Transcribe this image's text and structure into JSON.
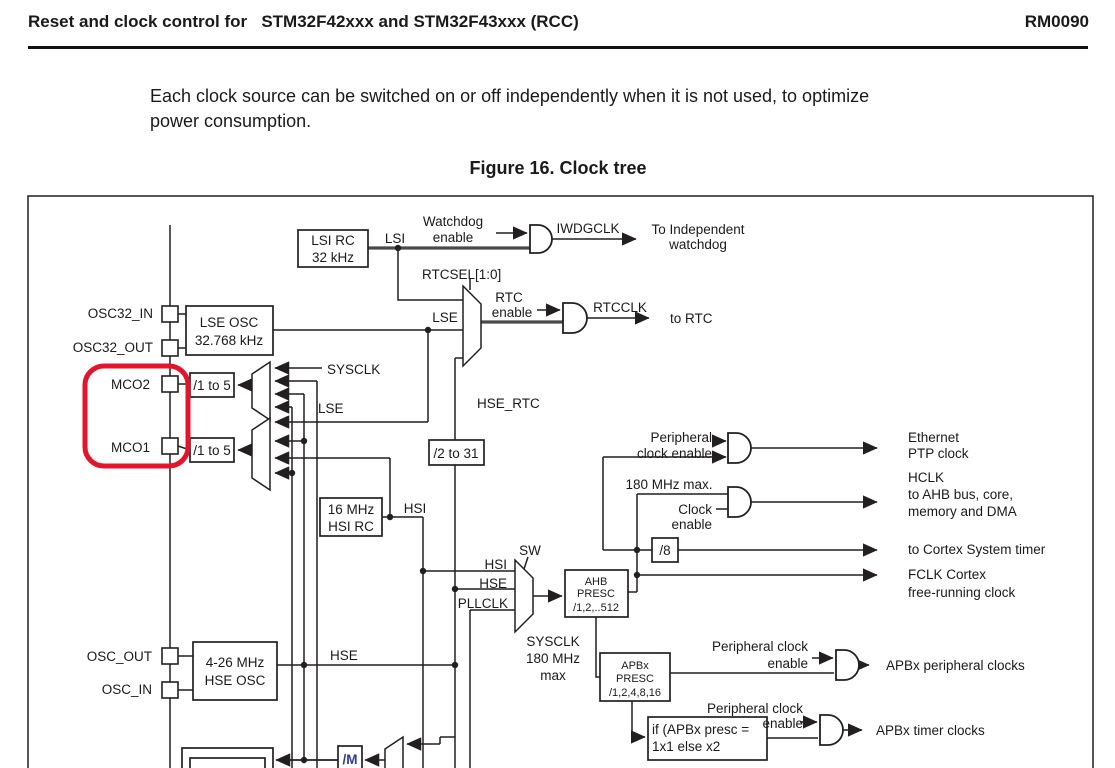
{
  "header": {
    "title": "Reset and clock control for   STM32F42xxx and STM32F43xxx (RCC)",
    "doc_id": "RM0090"
  },
  "paragraph": {
    "line1": "Each clock source can be switched on or off independently when it is not used, to optimize",
    "line2": "power consumption."
  },
  "figure": {
    "caption": "Figure 16. Clock tree",
    "colors": {
      "highlight_red": "#e4142c",
      "line": "#231f20",
      "divm_blue": "#2e3a96"
    },
    "labels": {
      "lsi_rc_1": "LSI RC",
      "lsi_rc_2": "32 kHz",
      "lsi": "LSI",
      "watchdog_enable_1": "Watchdog",
      "watchdog_enable_2": "enable",
      "iwdgclk": "IWDGCLK",
      "to_iwdg_1": "To Independent",
      "to_iwdg_2": "watchdog",
      "rtcsel": "RTCSEL[1:0]",
      "osc32_in": "OSC32_IN",
      "osc32_out": "OSC32_OUT",
      "lse_osc_1": "LSE OSC",
      "lse_osc_2": "32.768 kHz",
      "lse_rtc_mux": "LSE",
      "rtc_enable_1": "RTC",
      "rtc_enable_2": "enable",
      "rtcclk": "RTCCLK",
      "to_rtc": "to RTC",
      "mco2": "MCO2",
      "mco1": "MCO1",
      "div1to5_a": "/1 to 5",
      "div1to5_b": "/1 to 5",
      "sysclk_mco": "SYSCLK",
      "lse_mco": "LSE",
      "hse_rtc": "HSE_RTC",
      "div2to31": "/2 to 31",
      "hsi_rc_1": "16 MHz",
      "hsi_rc_2": "HSI RC",
      "hsi_tap": "HSI",
      "periph_en_eth_1": "Peripheral",
      "periph_en_eth_2": "clock enable",
      "eth_1": "Ethernet",
      "eth_2": "PTP clock",
      "mhz180": "180 MHz max.",
      "clock_enable_1": "Clock",
      "clock_enable_2": "enable",
      "hclk_1": "HCLK",
      "hclk_2": "to AHB bus, core,",
      "hclk_3": "memory and DMA",
      "div8": "/8",
      "to_cortex": "to Cortex System timer",
      "fclk_1": "FCLK Cortex",
      "fclk_2": "free-running clock",
      "sw": "SW",
      "hsi_sw": "HSI",
      "hse_sw": "HSE",
      "pllclk": "PLLCLK",
      "ahb_1": "AHB",
      "ahb_2": "PRESC",
      "ahb_3": "/1,2,..512",
      "sysclk180_1": "SYSCLK",
      "sysclk180_2": "180 MHz",
      "sysclk180_3": "max",
      "apbx_1": "APBx",
      "apbx_2": "PRESC",
      "apbx_3": "/1,2,4,8,16",
      "periph_en1_1": "Peripheral clock",
      "periph_en1_2": "enable",
      "apbx_periph": "APBx peripheral clocks",
      "if_1": "if (APBx presc =",
      "if_2": "1x1 else x2",
      "periph_en2_1": "Peripheral clock",
      "periph_en2_2": "enable",
      "apbx_timer": "APBx timer clocks",
      "osc_out": "OSC_OUT",
      "osc_in": "OSC_IN",
      "hse_osc_1": "4-26 MHz",
      "hse_osc_2": "HSE OSC",
      "hse_wire": "HSE",
      "div_m": "/M"
    }
  }
}
